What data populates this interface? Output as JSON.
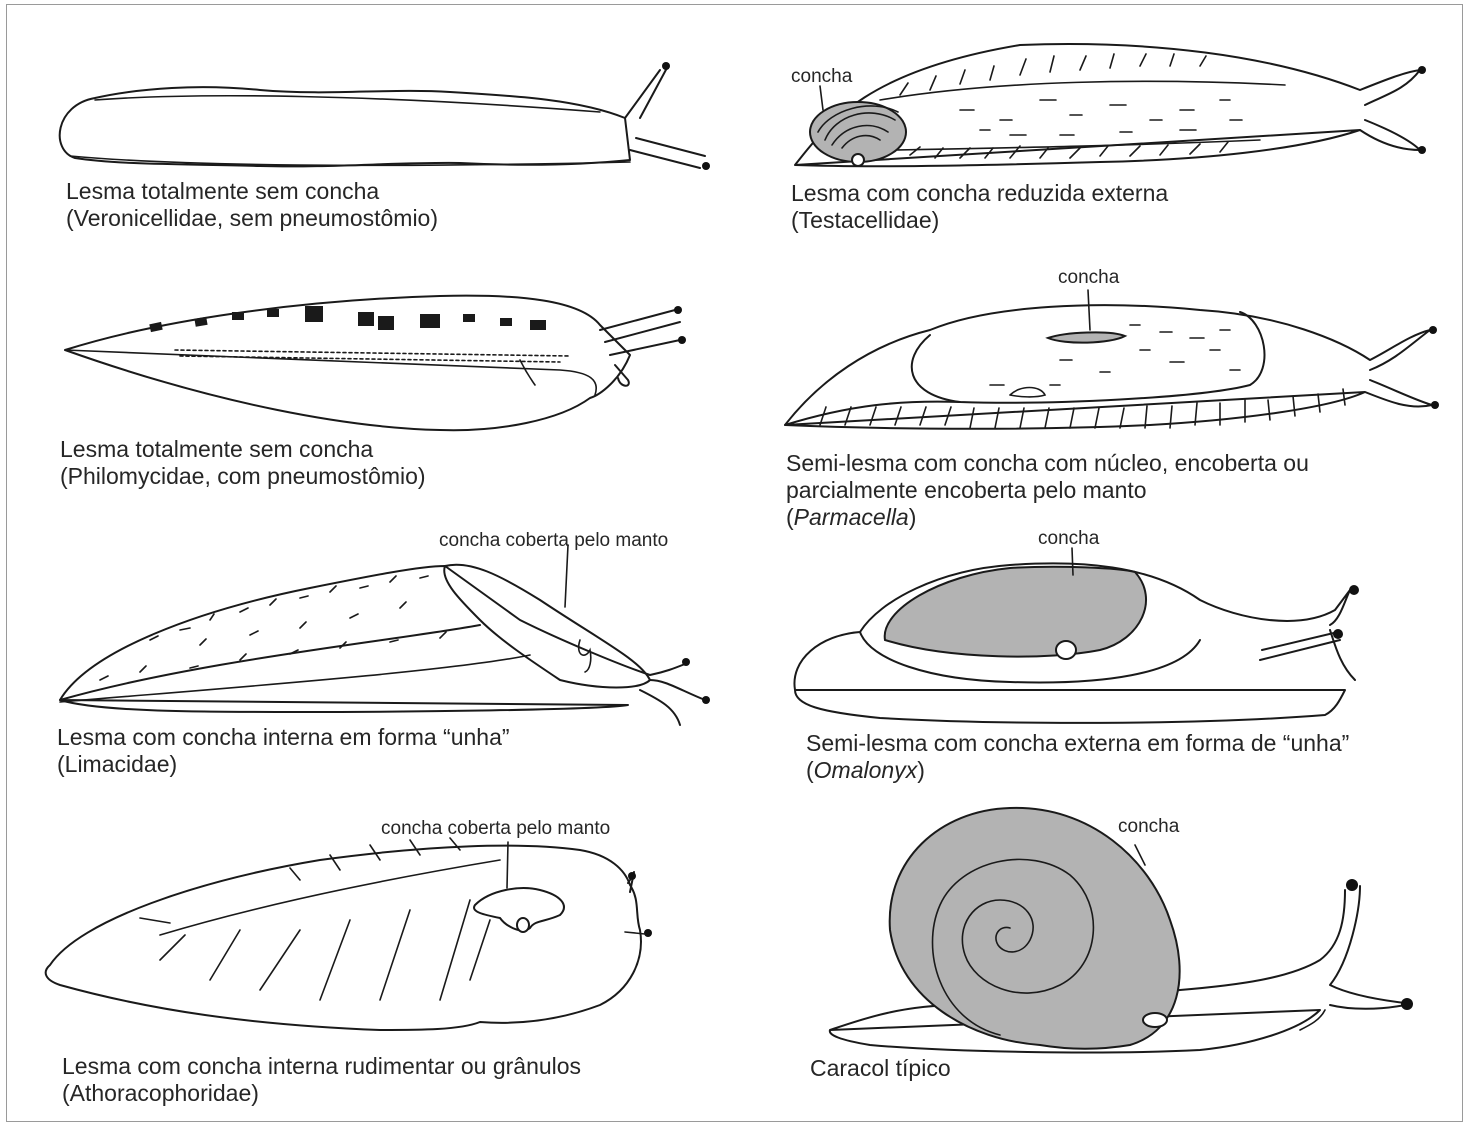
{
  "colors": {
    "shell": "#b3b3b3",
    "ink": "#1a1a1a",
    "frame": "#9a9a9a"
  },
  "panels": [
    {
      "line1": "Lesma totalmente sem concha",
      "line2": "(Veronicellidae, sem pneumostômio)"
    },
    {
      "line1": "Lesma com concha reduzida externa",
      "line2": "(Testacellidae)",
      "label": "concha"
    },
    {
      "line1": "Lesma totalmente sem concha",
      "line2": "(Philomycidae, com pneumostômio)"
    },
    {
      "line1": "Semi-lesma com concha com núcleo, encoberta ou",
      "line2": "parcialmente encoberta pelo manto",
      "line3_open": "(",
      "line3_italic": "Parmacella",
      "line3_close": ")",
      "label": "concha"
    },
    {
      "line1": "Lesma com concha interna em forma “unha”",
      "line2": "(Limacidae)",
      "label": "concha coberta pelo manto"
    },
    {
      "line1": "Semi-lesma com concha externa em forma de “unha”",
      "line2_open": "(",
      "line2_italic": "Omalonyx",
      "line2_close": ")",
      "label": "concha"
    },
    {
      "line1": "Lesma com concha interna rudimentar ou grânulos",
      "line2": "(Athoracophoridae)",
      "label": "concha coberta pelo manto"
    },
    {
      "line1": "Caracol típico",
      "label": "concha"
    }
  ]
}
